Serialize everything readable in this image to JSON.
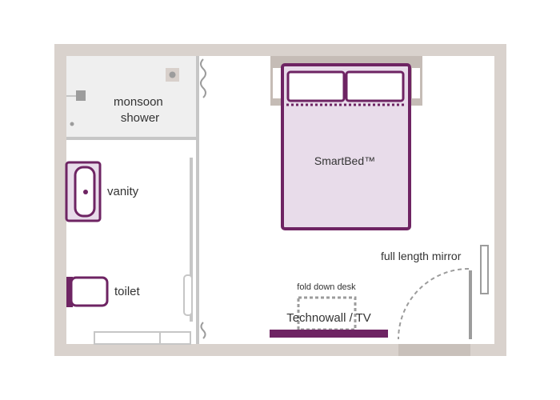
{
  "labels": {
    "monsoon_line1": "monsoon",
    "monsoon_line2": "shower",
    "vanity": "vanity",
    "toilet": "toilet",
    "smartbed": "SmartBed™",
    "mirror": "full length mirror",
    "desk": "fold down desk",
    "technowall": "Technowall / TV"
  },
  "colors": {
    "wall": "#d9d2cd",
    "wall_dark": "#c8c0ba",
    "purple": "#6e2463",
    "bed_fill": "#e8dcea",
    "shower_floor": "#efefef",
    "partition": "#c6c6c6",
    "fixture_gray": "#9c9c9c",
    "headboard": "#c5bcb6"
  }
}
